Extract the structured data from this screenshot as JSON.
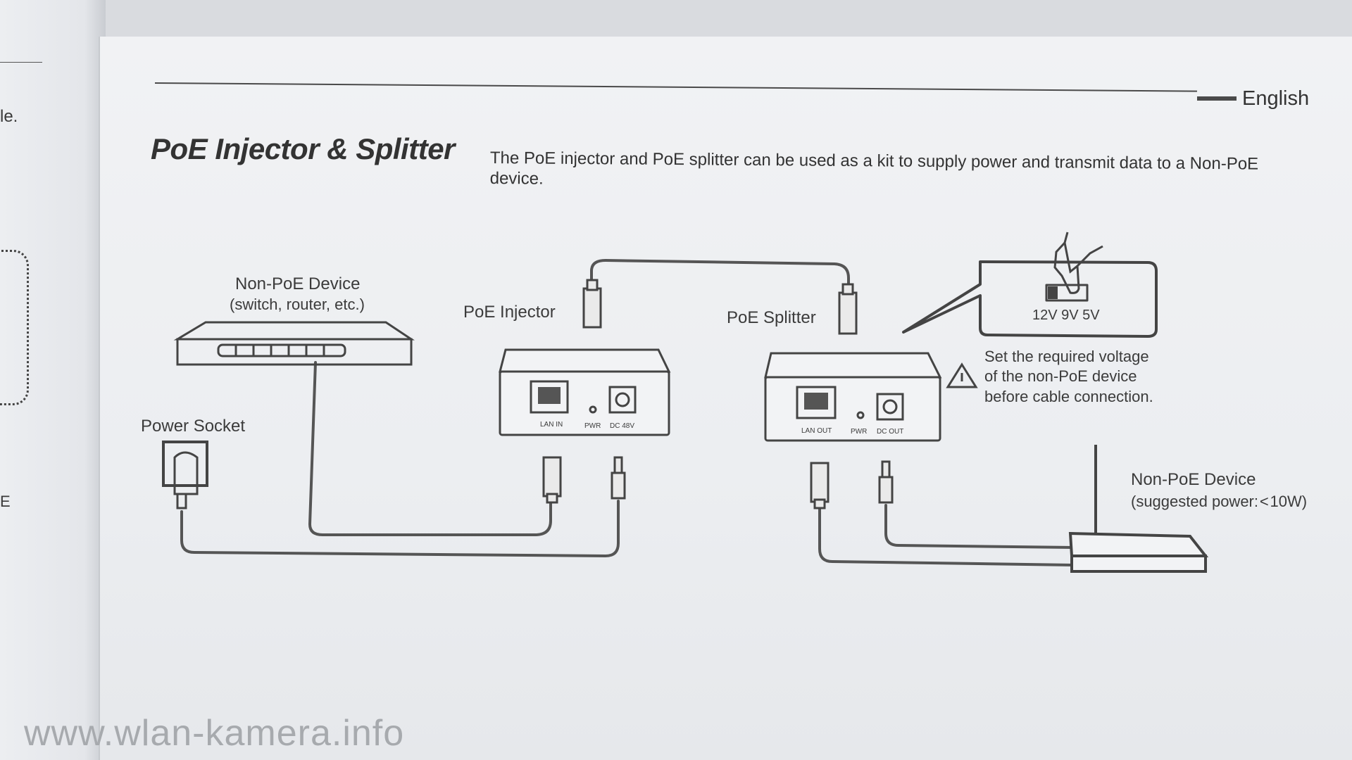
{
  "header": {
    "language": "English"
  },
  "section": {
    "title": "PoE Injector & Splitter",
    "intro_line1": "The PoE injector and PoE splitter can be used as a kit to supply power and transmit data to a Non-PoE",
    "intro_line2": "device."
  },
  "diagram": {
    "non_poe_switch_title": "Non-PoE Device",
    "non_poe_switch_sub": "(switch, router, etc.)",
    "power_socket": "Power Socket",
    "poe_injector": "PoE Injector",
    "poe_splitter": "PoE Splitter",
    "injector_ports": {
      "lan": "LAN IN",
      "pwr": "PWR",
      "dc": "DC 48V"
    },
    "splitter_ports": {
      "lan": "LAN OUT",
      "pwr": "PWR",
      "dc": "DC OUT"
    },
    "voltage_switch": "12V 9V 5V",
    "warning_line1": "Set the required voltage",
    "warning_line2": "of the non-PoE device",
    "warning_line3": "before cable connection.",
    "non_poe_device_title": "Non-PoE Device",
    "non_poe_device_sub": "(suggested power: < 10W)"
  },
  "watermark": "www.wlan-kamera.info",
  "icons": [
    "warning-icon",
    "hand-pointer-icon",
    "rj45-plug-icon",
    "dc-plug-icon",
    "power-adapter-icon",
    "router-antenna-icon"
  ]
}
